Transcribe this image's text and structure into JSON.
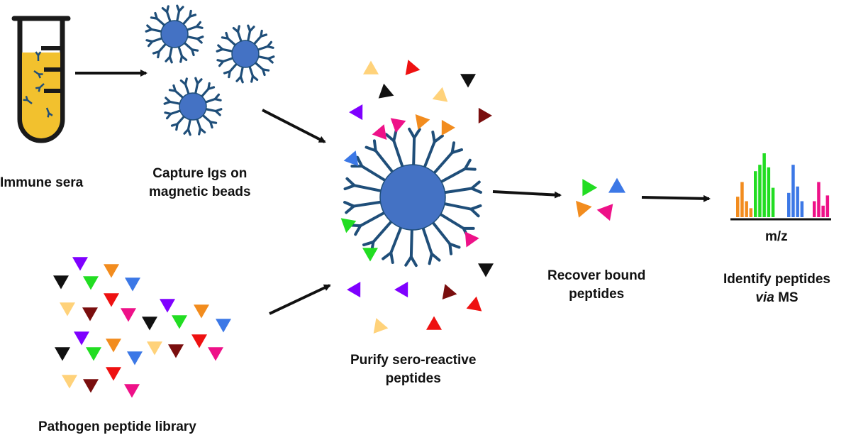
{
  "labels": {
    "immune_sera": "Immune sera",
    "capture_line1": "Capture Igs on",
    "capture_line2": "magnetic beads",
    "library": "Pathogen peptide library",
    "purify_line1": "Purify sero-reactive",
    "purify_line2": "peptides",
    "recover_line1": "Recover bound",
    "recover_line2": "peptides",
    "identify_line1": "Identify peptides",
    "identify_via": "via",
    "identify_ms": " MS",
    "axis_mz": "m/z"
  },
  "colors": {
    "bead": "#4472C4",
    "antibody": "#1F4E79",
    "serum": "#F2C12E",
    "tube": "#1a1a1a",
    "arrow": "#111111",
    "peptide_palette": {
      "black": "#111111",
      "purple": "#7F00FF",
      "green": "#22DD22",
      "orange": "#F28C1E",
      "blue": "#3C78E6",
      "yellow": "#FFD27A",
      "maroon": "#7A0E0E",
      "red": "#EE1111",
      "pink": "#EE1188"
    }
  },
  "ms_spectrum": {
    "groups": [
      {
        "color": "orange",
        "heights": [
          0.32,
          0.55,
          0.25,
          0.14
        ]
      },
      {
        "color": "green",
        "heights": [
          0.72,
          0.82,
          1.0,
          0.78,
          0.46
        ]
      },
      {
        "color": "blue",
        "heights": [
          0.38,
          0.82,
          0.48,
          0.25
        ]
      },
      {
        "color": "pink",
        "heights": [
          0.25,
          0.55,
          0.18,
          0.34
        ]
      }
    ]
  }
}
